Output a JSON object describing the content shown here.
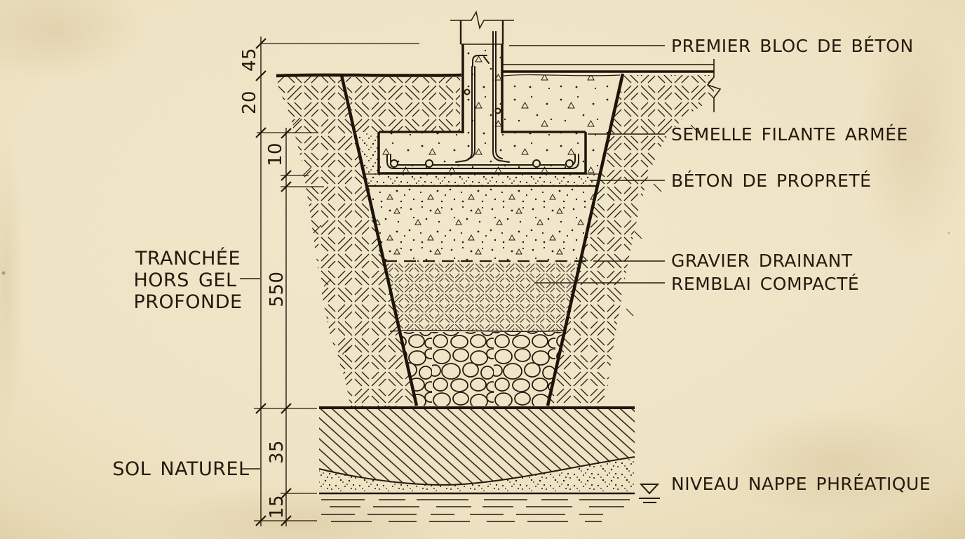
{
  "drawing": {
    "annotations_left": {
      "trench": {
        "line1": "TRANCHÉE",
        "line2": "HORS GEL",
        "line3": "PROFONDE"
      },
      "natural_soil": "SOL NATUREL"
    },
    "annotations_right": {
      "first_block": "PREMIER BLOC DE BÉTON",
      "strip_footing": "SEMELLE FILANTE ARMÉE",
      "blinding_concrete": "BÉTON DE PROPRETÉ",
      "draining_gravel": "GRAVIER DRAINANT",
      "compacted_backfill": "REMBLAI COMPACTÉ",
      "water_table_level": "NIVEAU NAPPE PHRÉATIQUE"
    },
    "dimensions": {
      "block_above_ground": "45",
      "ground_to_footing": "20",
      "footing_height": "10",
      "frost_trench_depth": "550",
      "natural_soil_layer": "35",
      "below_water_line": "15"
    },
    "colors": {
      "paper": "#f1e6c8",
      "ink": "#241a0e"
    }
  }
}
